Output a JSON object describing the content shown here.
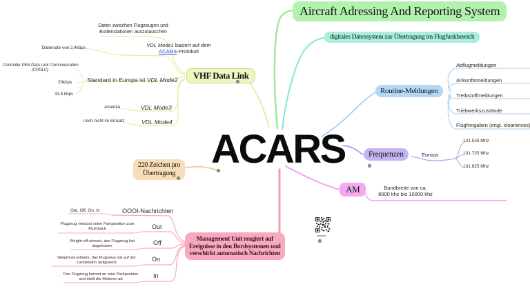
{
  "palette": {
    "title_bg": "#b2f2ac",
    "title_branch": "#9fe89c",
    "subtitle_bg": "#a9efdb",
    "subtitle_branch": "#82e6d3",
    "vhf_bg": "#edf6bf",
    "vhf_branch": "#dff0a2",
    "zeichen_bg": "#f8dcb6",
    "zeichen_branch": "#f3cfa2",
    "routine_bg": "#b5d7f4",
    "routine_branch": "#abcdf1",
    "frequenzen_bg": "#c4b4f2",
    "frequenzen_branch": "#b3a5ec",
    "am_bg": "#f6a8ee",
    "am_branch": "#f2a2ea",
    "management_bg": "#f7aabd",
    "management_branch": "#f59ab2",
    "link_color": "#2b3bd6"
  },
  "center": {
    "label": "ACARS"
  },
  "title": {
    "label": "Aircraft Adressing And Reporting System"
  },
  "subtitle": {
    "label": "digitales Datensystem zur Übertragung im Flugfunkbereich"
  },
  "vhf": {
    "label": "VHF Data Link",
    "purpose_line1": "Daten zwischen Flugzeugen und",
    "purpose_line2": "Bodenstationen auszutauschen",
    "mode1_italic": "VDL Mode1",
    "mode1_rest": " basiert auf dem",
    "mode1_link": "ACARS",
    "mode1_suffix": "-Protokoll",
    "mode1_rate": "Datenrate von 2,4kbps",
    "cpdlc_line1": "Controller Pilot Data Link Communication",
    "cpdlc_line2": "(CPDLC)",
    "mode2_prefix": "Standard in Europa ist ",
    "mode2_italic": "VDL Mode2",
    "rate_20": "20kbps",
    "rate_315": "31.5 kbps",
    "mode3": "VDL Mode3",
    "mode3_note": "Amerika",
    "mode4": "VDL Mode4",
    "mode4_note": "noch nicht im Einsatz"
  },
  "zeichen": {
    "line1": "220 Zeichen pro",
    "line2": "Übertragung"
  },
  "routine": {
    "label": "Routine-Meldungen",
    "children": [
      "Abflugmeldungen",
      "Ankunftsmeldungen",
      "Treibstoffmeldungen",
      "Triebwerkszustände",
      "Flugfreigaben (engl. clearances)"
    ]
  },
  "frequenzen": {
    "label": "Frequenzen",
    "region": "Europa",
    "values": [
      "131.525 Mhz",
      "131.725 Mhz",
      "131.825 Mhz"
    ]
  },
  "am": {
    "label": "AM",
    "band_line1": "Bandbreite von ca.",
    "band_line2": "8000 khz bis 10000 khz"
  },
  "management": {
    "line1": "Management Unit reagiert auf",
    "line2": "Ereignisse in den Bordsystemen und",
    "line3": "verschickt automatisch Nachrichten"
  },
  "oooi": {
    "header": "OOOI-Nachrichten",
    "note": "Out, Off, On, In",
    "rows": [
      {
        "label": "Out",
        "desc_line1": "Flugzeug verlässt seine Parkposition zum",
        "desc_line2": "Pushback"
      },
      {
        "label": "Off",
        "desc_line1": "Weight-off-wheels, das Flugzeug hat",
        "desc_line2": "abgehoben"
      },
      {
        "label": "On",
        "desc_line1": "Weight-on-wheels, das Flugzeug hat auf der",
        "desc_line2": "Landebahn aufgesetzt"
      },
      {
        "label": "In",
        "desc_line1": "Das Flugzeug kommt an eine Parkposition",
        "desc_line2": "und stellt die Motoren ab"
      }
    ]
  }
}
